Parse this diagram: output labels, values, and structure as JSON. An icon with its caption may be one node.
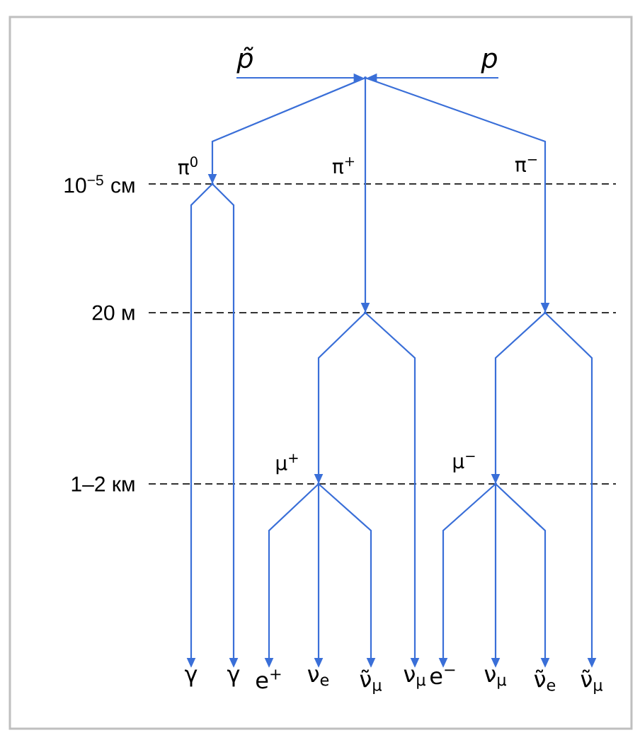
{
  "diagram": {
    "nodes": [
      {
        "text": [
          "p̃"
        ]
      },
      {
        "text": [
          "p"
        ]
      },
      {
        "text": [],
        "shape": "point"
      },
      {
        "text": [],
        "shape": "point",
        "beside": [
          "π$^{0}$"
        ]
      },
      {
        "text": [],
        "shape": "point"
      },
      {
        "text": [],
        "shape": "point"
      },
      {
        "text": [],
        "shape": "point",
        "beside": [
          "μ$^{+}$"
        ]
      },
      {
        "text": [],
        "shape": "point",
        "beside": [
          "μ$^{−}$"
        ]
      },
      {
        "text": [
          "γ"
        ]
      },
      {
        "text": [
          "γ"
        ]
      },
      {
        "text": [
          "e$^{+}$"
        ]
      },
      {
        "text": [
          "ν$_{e}$"
        ]
      },
      {
        "text": [
          "ν̃$_{μ}$"
        ]
      },
      {
        "text": [
          "ν$_{μ}$"
        ]
      },
      {
        "text": [
          "e$^{−}$"
        ]
      },
      {
        "text": [
          "ν$_{μ}$"
        ]
      },
      {
        "text": [
          "ν̃$_{e}$"
        ]
      },
      {
        "text": [
          "ν̃$_{μ}$"
        ]
      }
    ],
    "edges": [
      {
        "from": 0,
        "to": 2,
        "arrow": "to"
      },
      {
        "from": 1,
        "to": 2,
        "arrow": "to"
      },
      {
        "from": 2,
        "to": 3,
        "arrow": "to"
      },
      {
        "from": 2,
        "to": 4,
        "arrow": "to"
      },
      {
        "from": 2,
        "to": 5,
        "arrow": "to"
      },
      {
        "from": 3,
        "to": 8,
        "arrow": "to"
      },
      {
        "from": 3,
        "to": 9,
        "arrow": "to"
      },
      {
        "from": 4,
        "to": 6,
        "arrow": "to"
      },
      {
        "from": 4,
        "to": 13,
        "arrow": "to"
      },
      {
        "from": 5,
        "to": 7,
        "arrow": "to"
      },
      {
        "from": 5,
        "to": 17,
        "arrow": "to"
      },
      {
        "from": 6,
        "to": 10,
        "arrow": "to"
      },
      {
        "from": 6,
        "to": 11,
        "arrow": "to"
      },
      {
        "from": 6,
        "to": 12,
        "arrow": "to"
      },
      {
        "from": 7,
        "to": 14,
        "arrow": "to"
      },
      {
        "from": 7,
        "to": 15,
        "arrow": "to"
      },
      {
        "from": 7,
        "to": 16,
        "arrow": "to"
      }
    ],
    "labels": [
      "π$^{+}$",
      "π$^{−}$",
      "10$^{−5}$ см",
      "20 м",
      "1–2 км"
    ]
  }
}
